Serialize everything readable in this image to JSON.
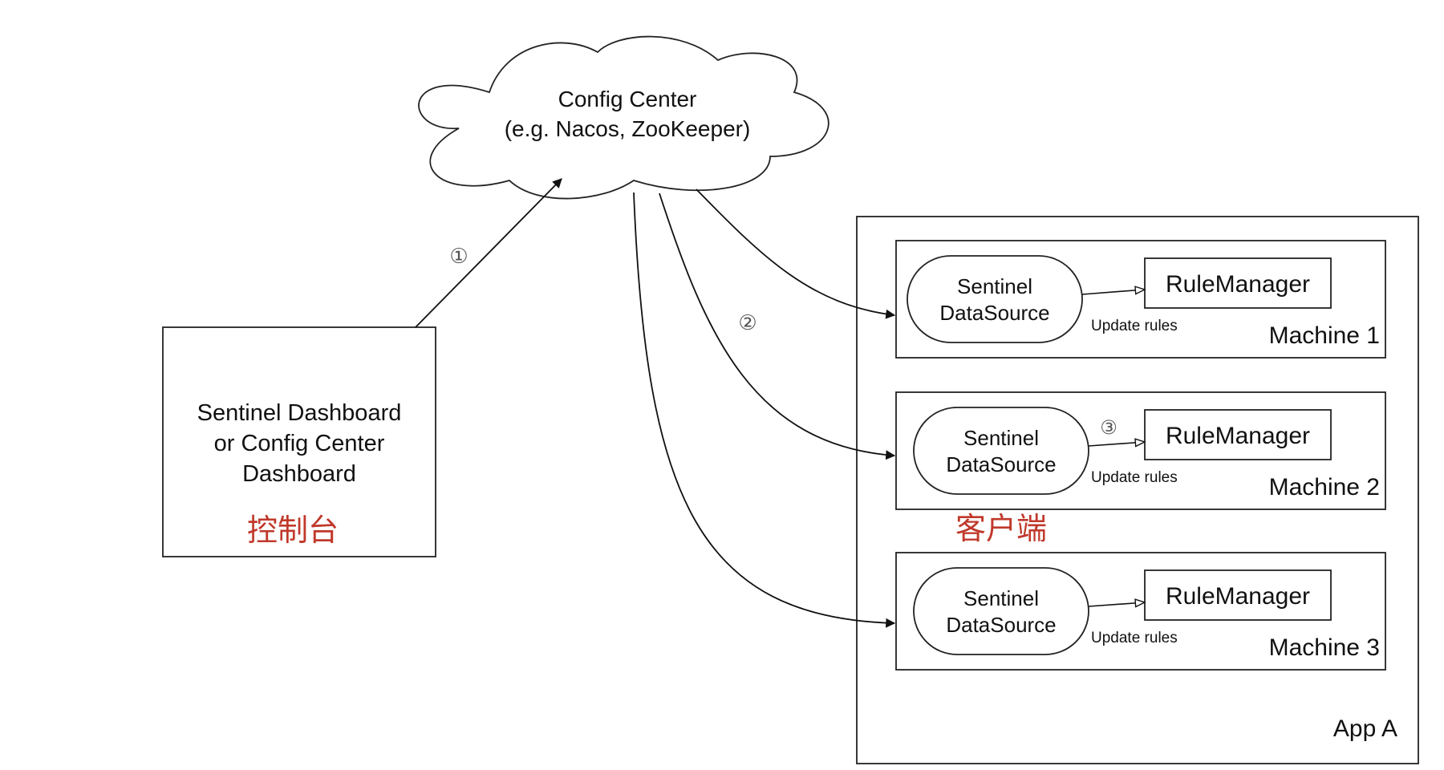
{
  "cloud": {
    "line1": "Config Center",
    "line2": "(e.g. Nacos, ZooKeeper)"
  },
  "dashboard": {
    "line1": "Sentinel Dashboard",
    "line2": "or Config Center",
    "line3": "Dashboard",
    "cn_label": "控制台"
  },
  "app": {
    "title": "App A",
    "cn_label": "客户端",
    "machines": [
      {
        "name": "Machine 1",
        "ds_line1": "Sentinel",
        "ds_line2": "DataSource",
        "rule_manager": "RuleManager",
        "update": "Update rules"
      },
      {
        "name": "Machine 2",
        "ds_line1": "Sentinel",
        "ds_line2": "DataSource",
        "rule_manager": "RuleManager",
        "update": "Update rules"
      },
      {
        "name": "Machine 3",
        "ds_line1": "Sentinel",
        "ds_line2": "DataSource",
        "rule_manager": "RuleManager",
        "update": "Update rules"
      }
    ]
  },
  "steps": {
    "one": "①",
    "two": "②",
    "three": "③"
  },
  "colors": {
    "stroke": "#222222",
    "accent_red": "#c0392b"
  }
}
